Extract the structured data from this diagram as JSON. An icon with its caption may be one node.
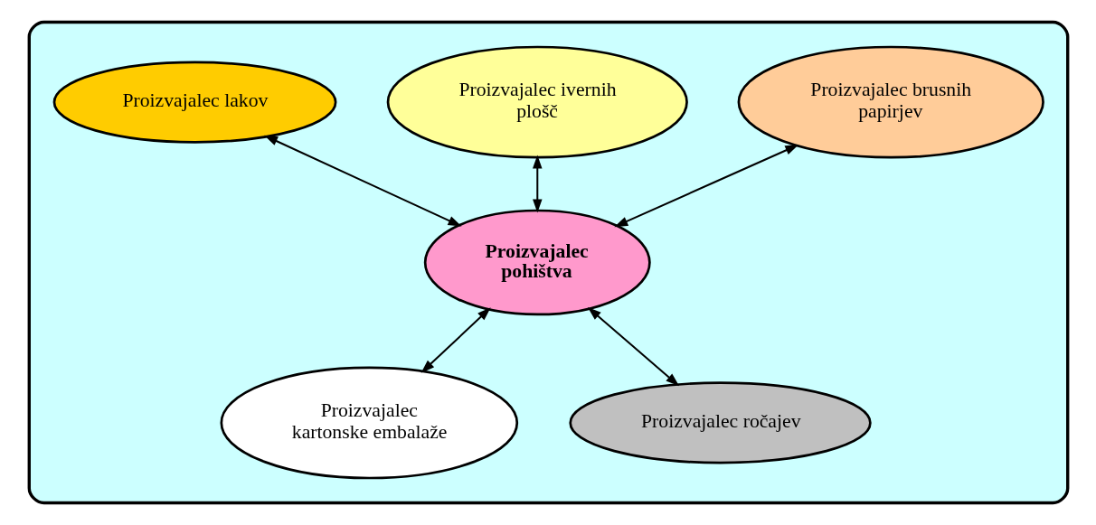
{
  "diagram": {
    "nodes": [
      {
        "text": [],
        "shape": "box"
      },
      {
        "text": [
          "Proizvajalec ivernih plošč"
        ],
        "in": 0
      },
      {
        "text": [
          "Proizvajalec lakov"
        ],
        "in": 0
      },
      {
        "text": [
          "Proizvajalec brusnih papirjev"
        ],
        "in": 0
      },
      {
        "text": [
          "Proizvajalec pohištva"
        ],
        "in": 0
      },
      {
        "text": [
          "Proizvajalec kartonske embalaže"
        ],
        "in": 0
      },
      {
        "text": [
          "Proizvajalec ročajev"
        ],
        "in": 0
      }
    ],
    "edges": [
      {
        "from": 2,
        "to": 4,
        "arrow": "both"
      },
      {
        "from": 1,
        "to": 4,
        "arrow": "both"
      },
      {
        "from": 3,
        "to": 4,
        "arrow": "both"
      },
      {
        "from": 4,
        "to": 5,
        "arrow": "both"
      },
      {
        "from": 4,
        "to": 6,
        "arrow": "both"
      }
    ]
  }
}
